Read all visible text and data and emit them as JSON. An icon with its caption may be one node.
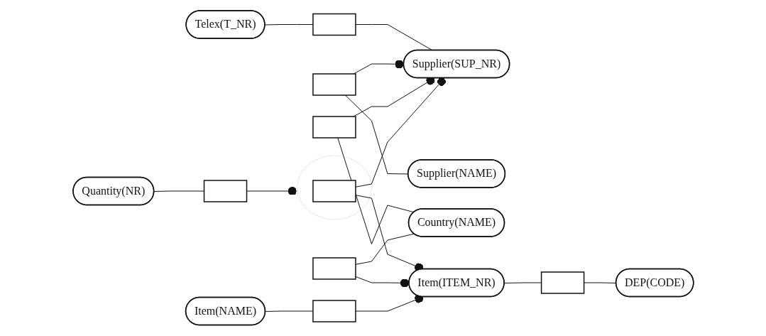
{
  "diagram": {
    "nodes": [
      {
        "text": [
          "Telex(T_NR)"
        ]
      },
      {
        "text": [],
        "shape": "box"
      },
      {
        "text": [
          "Supplier(SUP_NR)"
        ]
      },
      {
        "text": [],
        "shape": "box"
      },
      {
        "text": [
          "Supplier(NAME)"
        ]
      },
      {
        "text": [],
        "shape": "box"
      },
      {
        "text": [
          "Quantity(NR)"
        ]
      },
      {
        "text": [],
        "shape": "box"
      },
      {
        "text": [],
        "shape": "ellipse"
      },
      {
        "text": [],
        "shape": "box",
        "in": 8
      },
      {
        "text": [
          "Country(NAME)"
        ]
      },
      {
        "text": [],
        "shape": "box"
      },
      {
        "text": [
          "Item(NAME)"
        ]
      },
      {
        "text": [],
        "shape": "box"
      },
      {
        "text": [
          "Item(ITEM_NR)"
        ]
      },
      {
        "text": [],
        "shape": "box"
      },
      {
        "text": [
          "DEP(CODE)"
        ]
      }
    ],
    "edges": [
      {
        "from": 0,
        "to": 1,
        "arrow": "none"
      },
      {
        "from": 1,
        "to": 2,
        "arrow": "none"
      },
      {
        "from": 3,
        "to": 2,
        "arrow": "other"
      },
      {
        "from": 3,
        "to": 4,
        "arrow": "none"
      },
      {
        "from": 5,
        "to": 2,
        "arrow": "other"
      },
      {
        "from": 5,
        "to": 10,
        "arrow": "none"
      },
      {
        "from": 9,
        "to": 2,
        "arrow": "other"
      },
      {
        "from": 6,
        "to": 7,
        "arrow": "none"
      },
      {
        "from": 7,
        "to": 8,
        "arrow": "other"
      },
      {
        "from": 9,
        "to": 14,
        "arrow": "other"
      },
      {
        "from": 11,
        "to": 10,
        "arrow": "none"
      },
      {
        "from": 11,
        "to": 14,
        "arrow": "other"
      },
      {
        "from": 12,
        "to": 13,
        "arrow": "none"
      },
      {
        "from": 13,
        "to": 14,
        "arrow": "other"
      },
      {
        "from": 14,
        "to": 15,
        "arrow": "none"
      },
      {
        "from": 15,
        "to": 16,
        "arrow": "none"
      }
    ]
  }
}
